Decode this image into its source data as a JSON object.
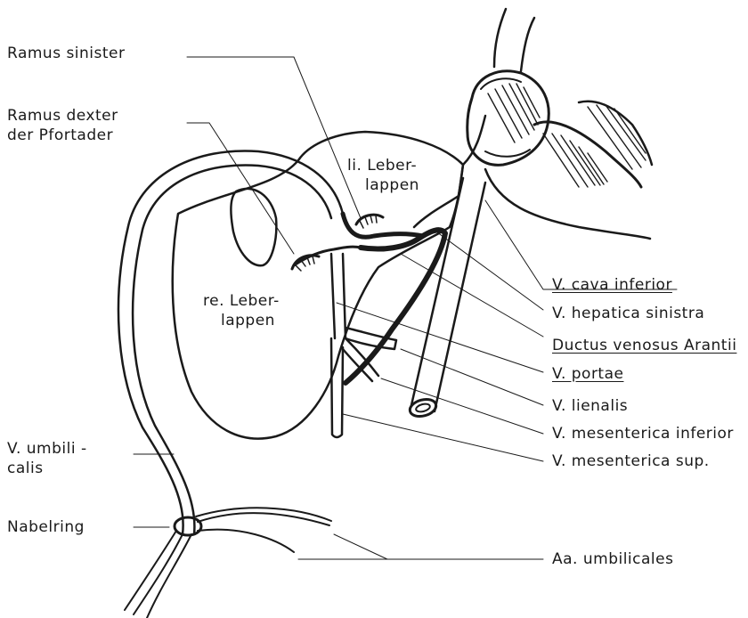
{
  "labels": {
    "ramus_sinister": "Ramus sinister",
    "ramus_dexter_1": "Ramus dexter",
    "ramus_dexter_2": "der Pfortader",
    "li_leber_1": "li. Leber-",
    "li_leber_2": "lappen",
    "re_leber_1": "re. Leber-",
    "re_leber_2": "lappen",
    "v_cava": "V. cava inferior",
    "v_hepatica": "V. hepatica sinistra",
    "ductus": "Ductus venosus Arantii",
    "v_portae": "V. portae",
    "v_lienalis": "V. lienalis",
    "v_mes_inf": "V. mesenterica inferior",
    "v_mes_sup": "V. mesenterica sup.",
    "v_umbili_1": "V. umbili -",
    "v_umbili_2": "calis",
    "nabelring": "Nabelring",
    "aa_umbilicales": "Aa. umbilicales"
  },
  "colors": {
    "ink": "#1a1a1a",
    "background": "#ffffff"
  }
}
